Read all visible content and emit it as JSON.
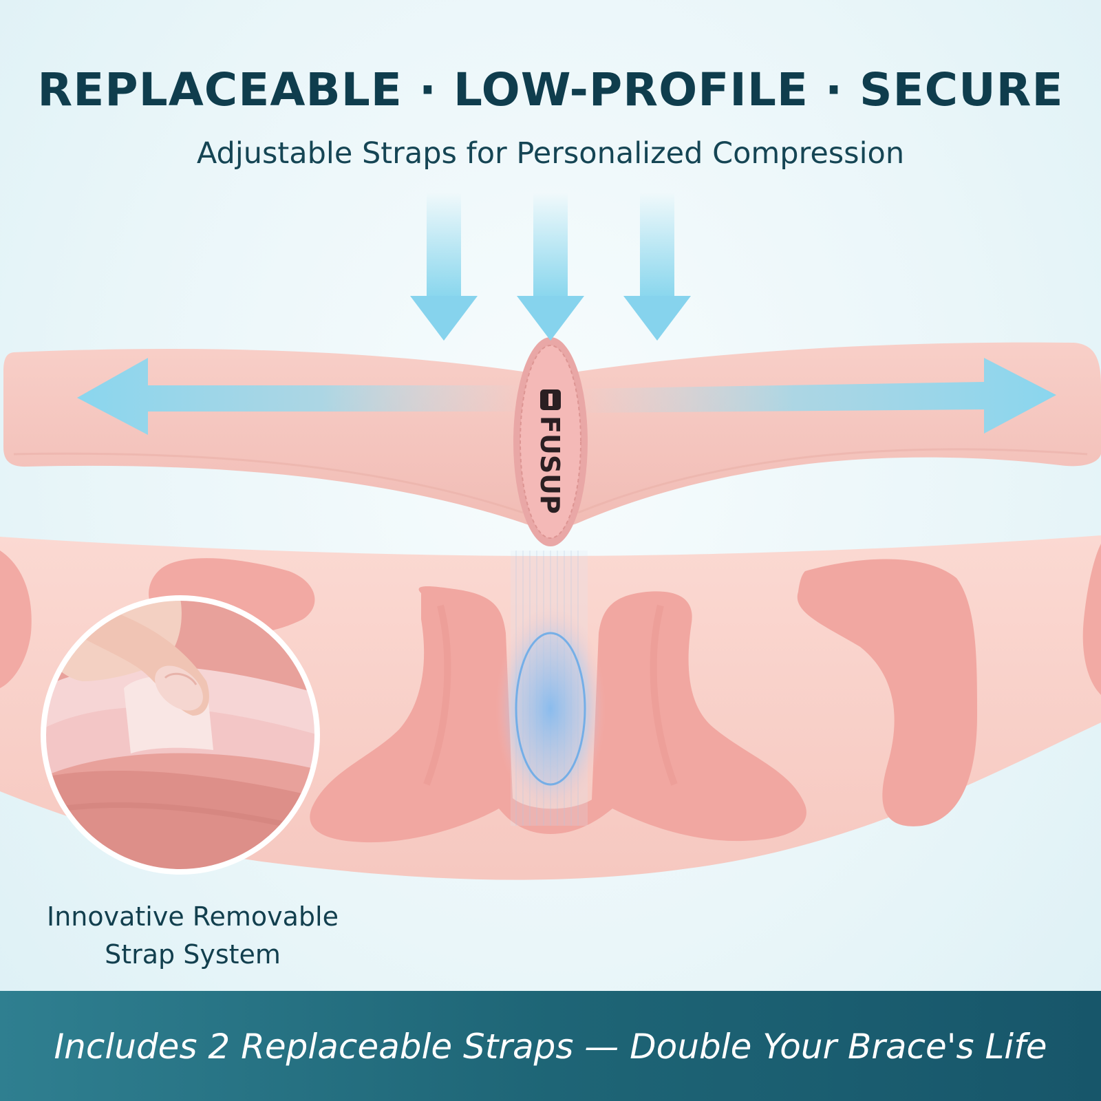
{
  "headline": "REPLACEABLE · LOW-PROFILE · SECURE",
  "subheadline": "Adjustable Straps for Personalized Compression",
  "brand_logo_text": "FUSUP",
  "callout": {
    "line1": "Innovative Removable",
    "line2": "Strap System"
  },
  "banner": {
    "text": "Includes 2 Replaceable Straps — Double Your Brace's Life"
  },
  "icons": [
    "down-arrow-icon",
    "double-headed-arrow-icon",
    "brand-logo-icon"
  ],
  "colors": {
    "headline": "#0f3d4d",
    "arrow": "#7fd3ec",
    "strap": "#f5c4bd",
    "brace": "#f9d3cc",
    "pad": "#f2a9a3",
    "banner": "#1e6576"
  }
}
